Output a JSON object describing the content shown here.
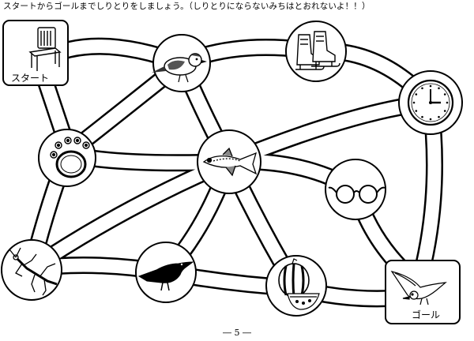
{
  "instruction": "スタートからゴールまでしりとりをしましょう。（しりとりにならないみちはとおれないよ！！）",
  "start_label": "スタート",
  "goal_label": "ゴール",
  "page_number": "― 5 ―",
  "nodes": [
    {
      "id": "start",
      "picture": "chair-icon"
    },
    {
      "id": "sparrow",
      "picture": "sparrow-icon"
    },
    {
      "id": "skates",
      "picture": "ice-skates-icon"
    },
    {
      "id": "clock",
      "picture": "clock-icon"
    },
    {
      "id": "earring",
      "picture": "earring-icon"
    },
    {
      "id": "medaka",
      "picture": "fish-icon"
    },
    {
      "id": "glasses",
      "picture": "glasses-icon"
    },
    {
      "id": "mantis",
      "picture": "mantis-icon"
    },
    {
      "id": "crow",
      "picture": "crow-icon"
    },
    {
      "id": "watermelon",
      "picture": "watermelon-icon"
    },
    {
      "id": "goal",
      "picture": "seagull-icon"
    }
  ]
}
